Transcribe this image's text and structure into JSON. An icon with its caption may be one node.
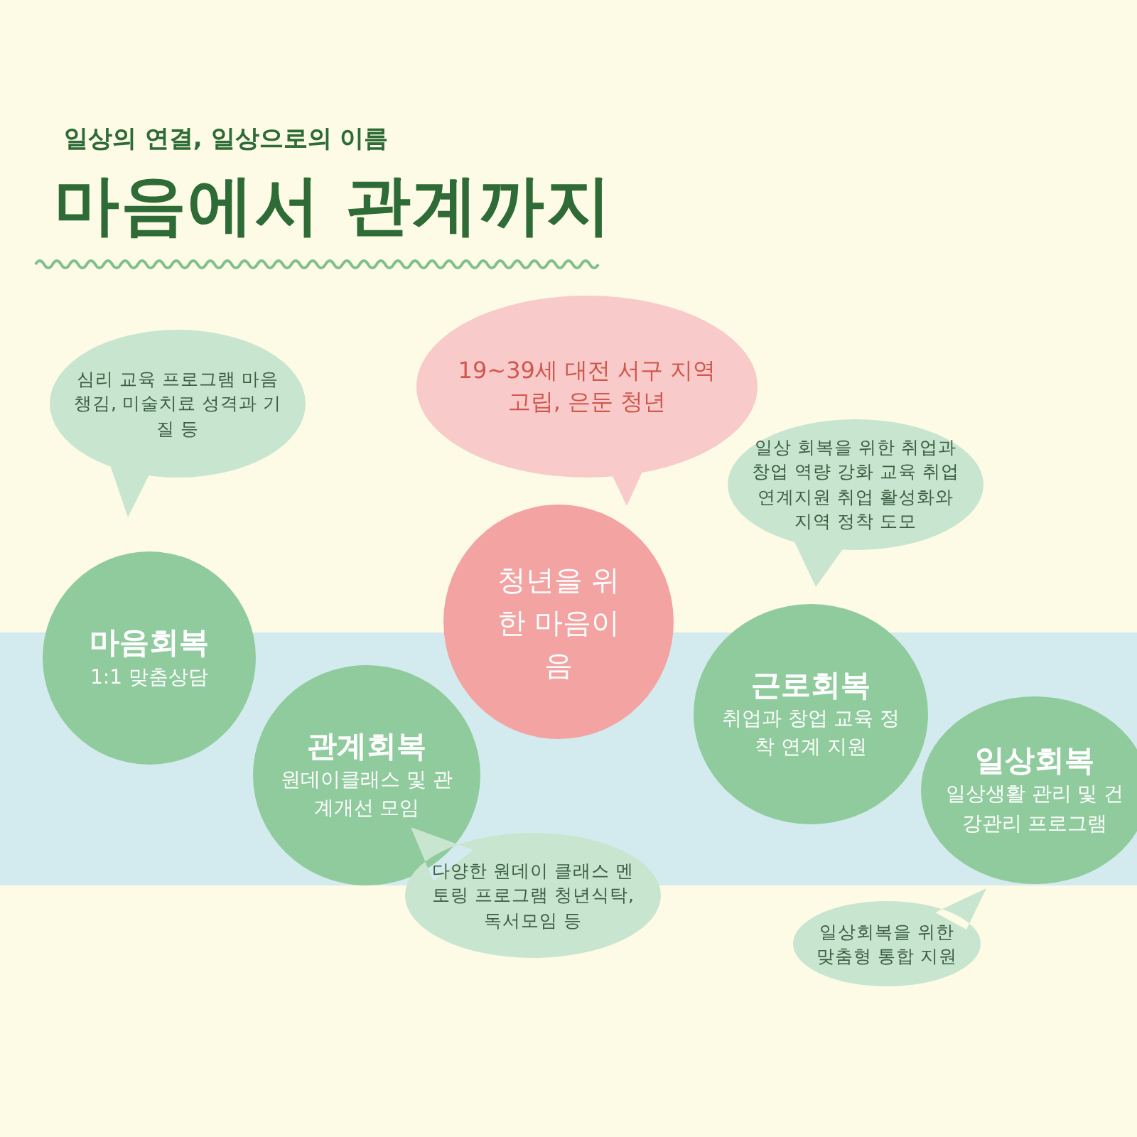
{
  "diagram": {
    "title": "마음에서 관계까지",
    "nodes": [
      {
        "text": [
          "심리 교육 프로그램 마음챙김, 미술치료 성격과 기질 등"
        ]
      },
      {
        "text": [
          "마음회복",
          "1:1 맞춤상담"
        ]
      },
      {
        "text": [
          "19~39세 대전 서구 지역 고립, 은둔 청년"
        ]
      },
      {
        "text": [
          "청년을 위한 마음이음"
        ]
      },
      {
        "text": [
          "일상 회복을 위한 취업과 창업 역량 강화 교육 취업 연계지원 취업 활성화와 지역 정착 도모"
        ]
      },
      {
        "text": [
          "근로회복",
          "취업과 창업 교육 정착 연계 지원"
        ]
      },
      {
        "text": [
          "관계회복",
          "원데이클래스 및 관계개선 모임"
        ]
      },
      {
        "text": [
          "다양한 원데이 클래스 멘토링 프로그램 청년식탁, 독서모임 등"
        ]
      },
      {
        "text": [
          "일상회복",
          "일상생활 관리 및 건강관리 프로그램"
        ]
      },
      {
        "text": [
          "일상회복을 위한 맞춤형 통합 지원"
        ]
      }
    ],
    "labels": [
      "일상의 연결, 일상으로의 이름"
    ]
  }
}
